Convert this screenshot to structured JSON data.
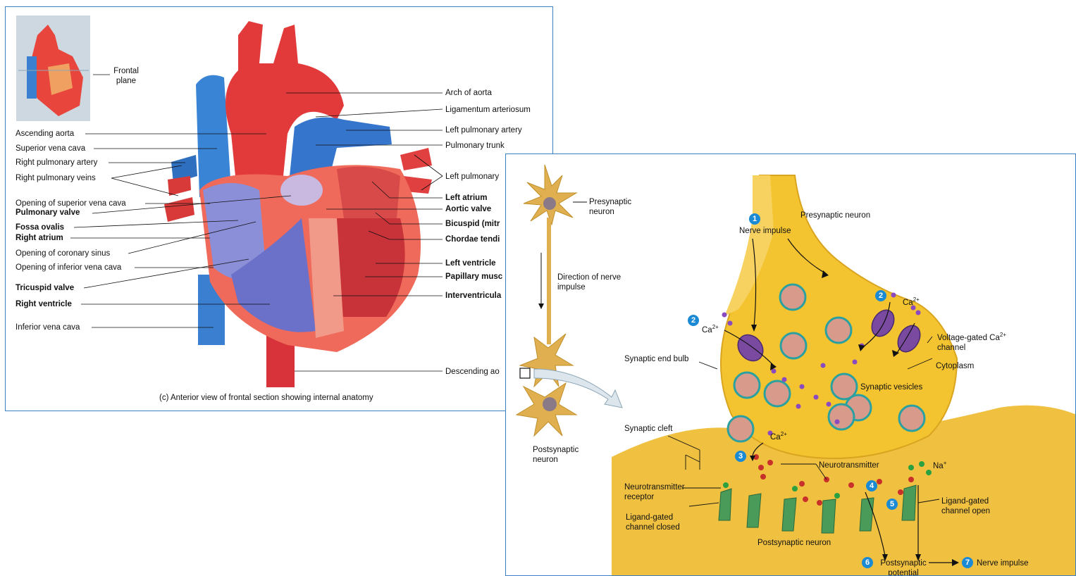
{
  "heart": {
    "inset_label": "Frontal plane",
    "caption": "(c) Anterior view of frontal section showing internal anatomy",
    "left_labels": [
      {
        "text": "Ascending aorta",
        "bold": false
      },
      {
        "text": "Superior vena cava",
        "bold": false
      },
      {
        "text": "Right pulmonary artery",
        "bold": false
      },
      {
        "text": "Right pulmonary veins",
        "bold": false
      },
      {
        "text": "Opening of superior vena cava",
        "bold": false
      },
      {
        "text": "Pulmonary valve",
        "bold": true
      },
      {
        "text": "Fossa ovalis",
        "bold": true
      },
      {
        "text": "Right atrium",
        "bold": true
      },
      {
        "text": "Opening of coronary sinus",
        "bold": false
      },
      {
        "text": "Opening of inferior vena cava",
        "bold": false
      },
      {
        "text": "Tricuspid valve",
        "bold": true
      },
      {
        "text": "Right ventricle",
        "bold": true
      },
      {
        "text": "Inferior vena cava",
        "bold": false
      }
    ],
    "right_labels": [
      {
        "text": "Arch of aorta",
        "bold": false
      },
      {
        "text": "Ligamentum arteriosum",
        "bold": false
      },
      {
        "text": "Left pulmonary artery",
        "bold": false
      },
      {
        "text": "Pulmonary trunk",
        "bold": false
      },
      {
        "text": "Left pulmonary",
        "bold": false
      },
      {
        "text": "Left atrium",
        "bold": true
      },
      {
        "text": "Aortic valve",
        "bold": true
      },
      {
        "text": "Bicuspid (mitr",
        "bold": true
      },
      {
        "text": "Chordae tendi",
        "bold": true
      },
      {
        "text": "Left ventricle",
        "bold": true
      },
      {
        "text": "Papillary musc",
        "bold": true
      },
      {
        "text": "Interventricula",
        "bold": true
      },
      {
        "text": "Descending ao",
        "bold": false
      }
    ]
  },
  "synapse": {
    "presynaptic_neuron_small": "Presynaptic neuron",
    "direction": "Direction of nerve impulse",
    "postsynaptic_neuron_small": "Postsynaptic neuron",
    "presynaptic_neuron": "Presynaptic neuron",
    "nerve_impulse": "Nerve impulse",
    "ca": "Ca",
    "ca_charge": "2+",
    "voltage_gated": "Voltage-gated Ca",
    "voltage_gated_2": "channel",
    "synaptic_end_bulb": "Synaptic end bulb",
    "cytoplasm": "Cytoplasm",
    "synaptic_vesicles": "Synaptic vesicles",
    "synaptic_cleft": "Synaptic cleft",
    "neurotransmitter": "Neurotransmitter",
    "na": "Na",
    "na_charge": "+",
    "nt_receptor": "Neurotransmitter receptor",
    "ligand_closed": "Ligand-gated channel closed",
    "ligand_open": "Ligand-gated channel open",
    "postsynaptic_neuron": "Postsynaptic neuron",
    "postsynaptic_potential": "Postsynaptic potential",
    "nerve_impulse_out": "Nerve impulse",
    "steps": [
      "1",
      "2",
      "2",
      "3",
      "4",
      "5",
      "6",
      "7"
    ]
  },
  "colors": {
    "panel_border": "#3b7fc4",
    "step_badge": "#1a8ad4",
    "aorta_red": "#e23a3a",
    "vein_blue": "#3a7fd0",
    "bulb_yellow": "#f2c230"
  }
}
